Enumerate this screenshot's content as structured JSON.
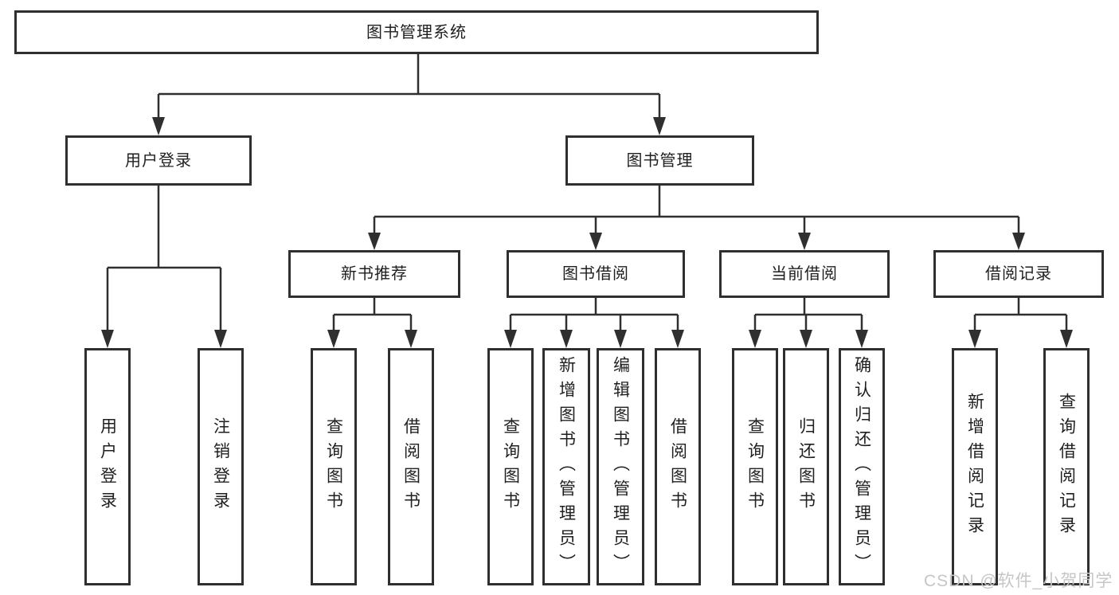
{
  "tree": {
    "label": "图书管理系统",
    "children": [
      {
        "label": "用户登录",
        "children": [
          {
            "label": "用户登录"
          },
          {
            "label": "注销登录"
          }
        ]
      },
      {
        "label": "图书管理",
        "children": [
          {
            "label": "新书推荐",
            "children": [
              {
                "label": "查询图书"
              },
              {
                "label": "借阅图书"
              }
            ]
          },
          {
            "label": "图书借阅",
            "children": [
              {
                "label": "查询图书"
              },
              {
                "label": "新增图书（管理员）"
              },
              {
                "label": "编辑图书（管理员）"
              },
              {
                "label": "借阅图书"
              }
            ]
          },
          {
            "label": "当前借阅",
            "children": [
              {
                "label": "查询图书"
              },
              {
                "label": "归还图书"
              },
              {
                "label": "确认归还（管理员）"
              }
            ]
          },
          {
            "label": "借阅记录",
            "children": [
              {
                "label": "新增借阅记录"
              },
              {
                "label": "查询借阅记录"
              }
            ]
          }
        ]
      }
    ]
  },
  "watermark": "CSDN @软件_小贺同学",
  "colors": {
    "line": "#2f2f2f",
    "text": "#1f1f1f",
    "background": "#ffffff",
    "watermark": "#c6c6c6"
  }
}
